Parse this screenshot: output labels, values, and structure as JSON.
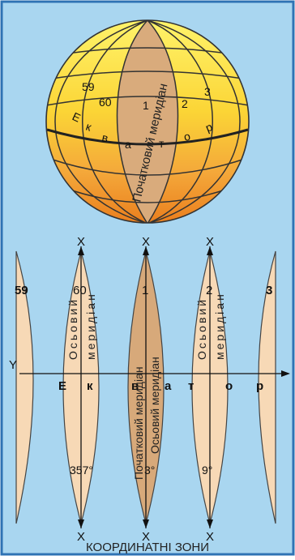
{
  "globe": {
    "meridian_label": "Початковий меридіан",
    "zone_numbers": [
      "59",
      "60",
      "1",
      "2",
      "3"
    ],
    "equator_letters": [
      "Е",
      "к",
      "в",
      "а",
      "т",
      "о",
      "р"
    ]
  },
  "zones": {
    "axis_x_label": "X",
    "axis_y_label": "Y",
    "zone_numbers": [
      "59",
      "60",
      "1",
      "2",
      "3"
    ],
    "axial_meridian_label": "Осьовий меридіан",
    "axial_meridian_line1": "Осьовий",
    "axial_meridian_line2": "меридіан",
    "longitudes": [
      "357°",
      "3°",
      "9°"
    ],
    "equator_letters": [
      "Е",
      "к",
      "в",
      "а",
      "т",
      "о",
      "р"
    ]
  },
  "caption": "КООРДИНАТНІ ЗОНИ",
  "colors": {
    "background": "#a9d6f0",
    "border": "#2f73b4",
    "zone_fill": "#f7d9b6",
    "central_zone_fill": "#d7a97a",
    "globe_top": "#fff36a",
    "globe_bottom": "#ee8a22"
  }
}
